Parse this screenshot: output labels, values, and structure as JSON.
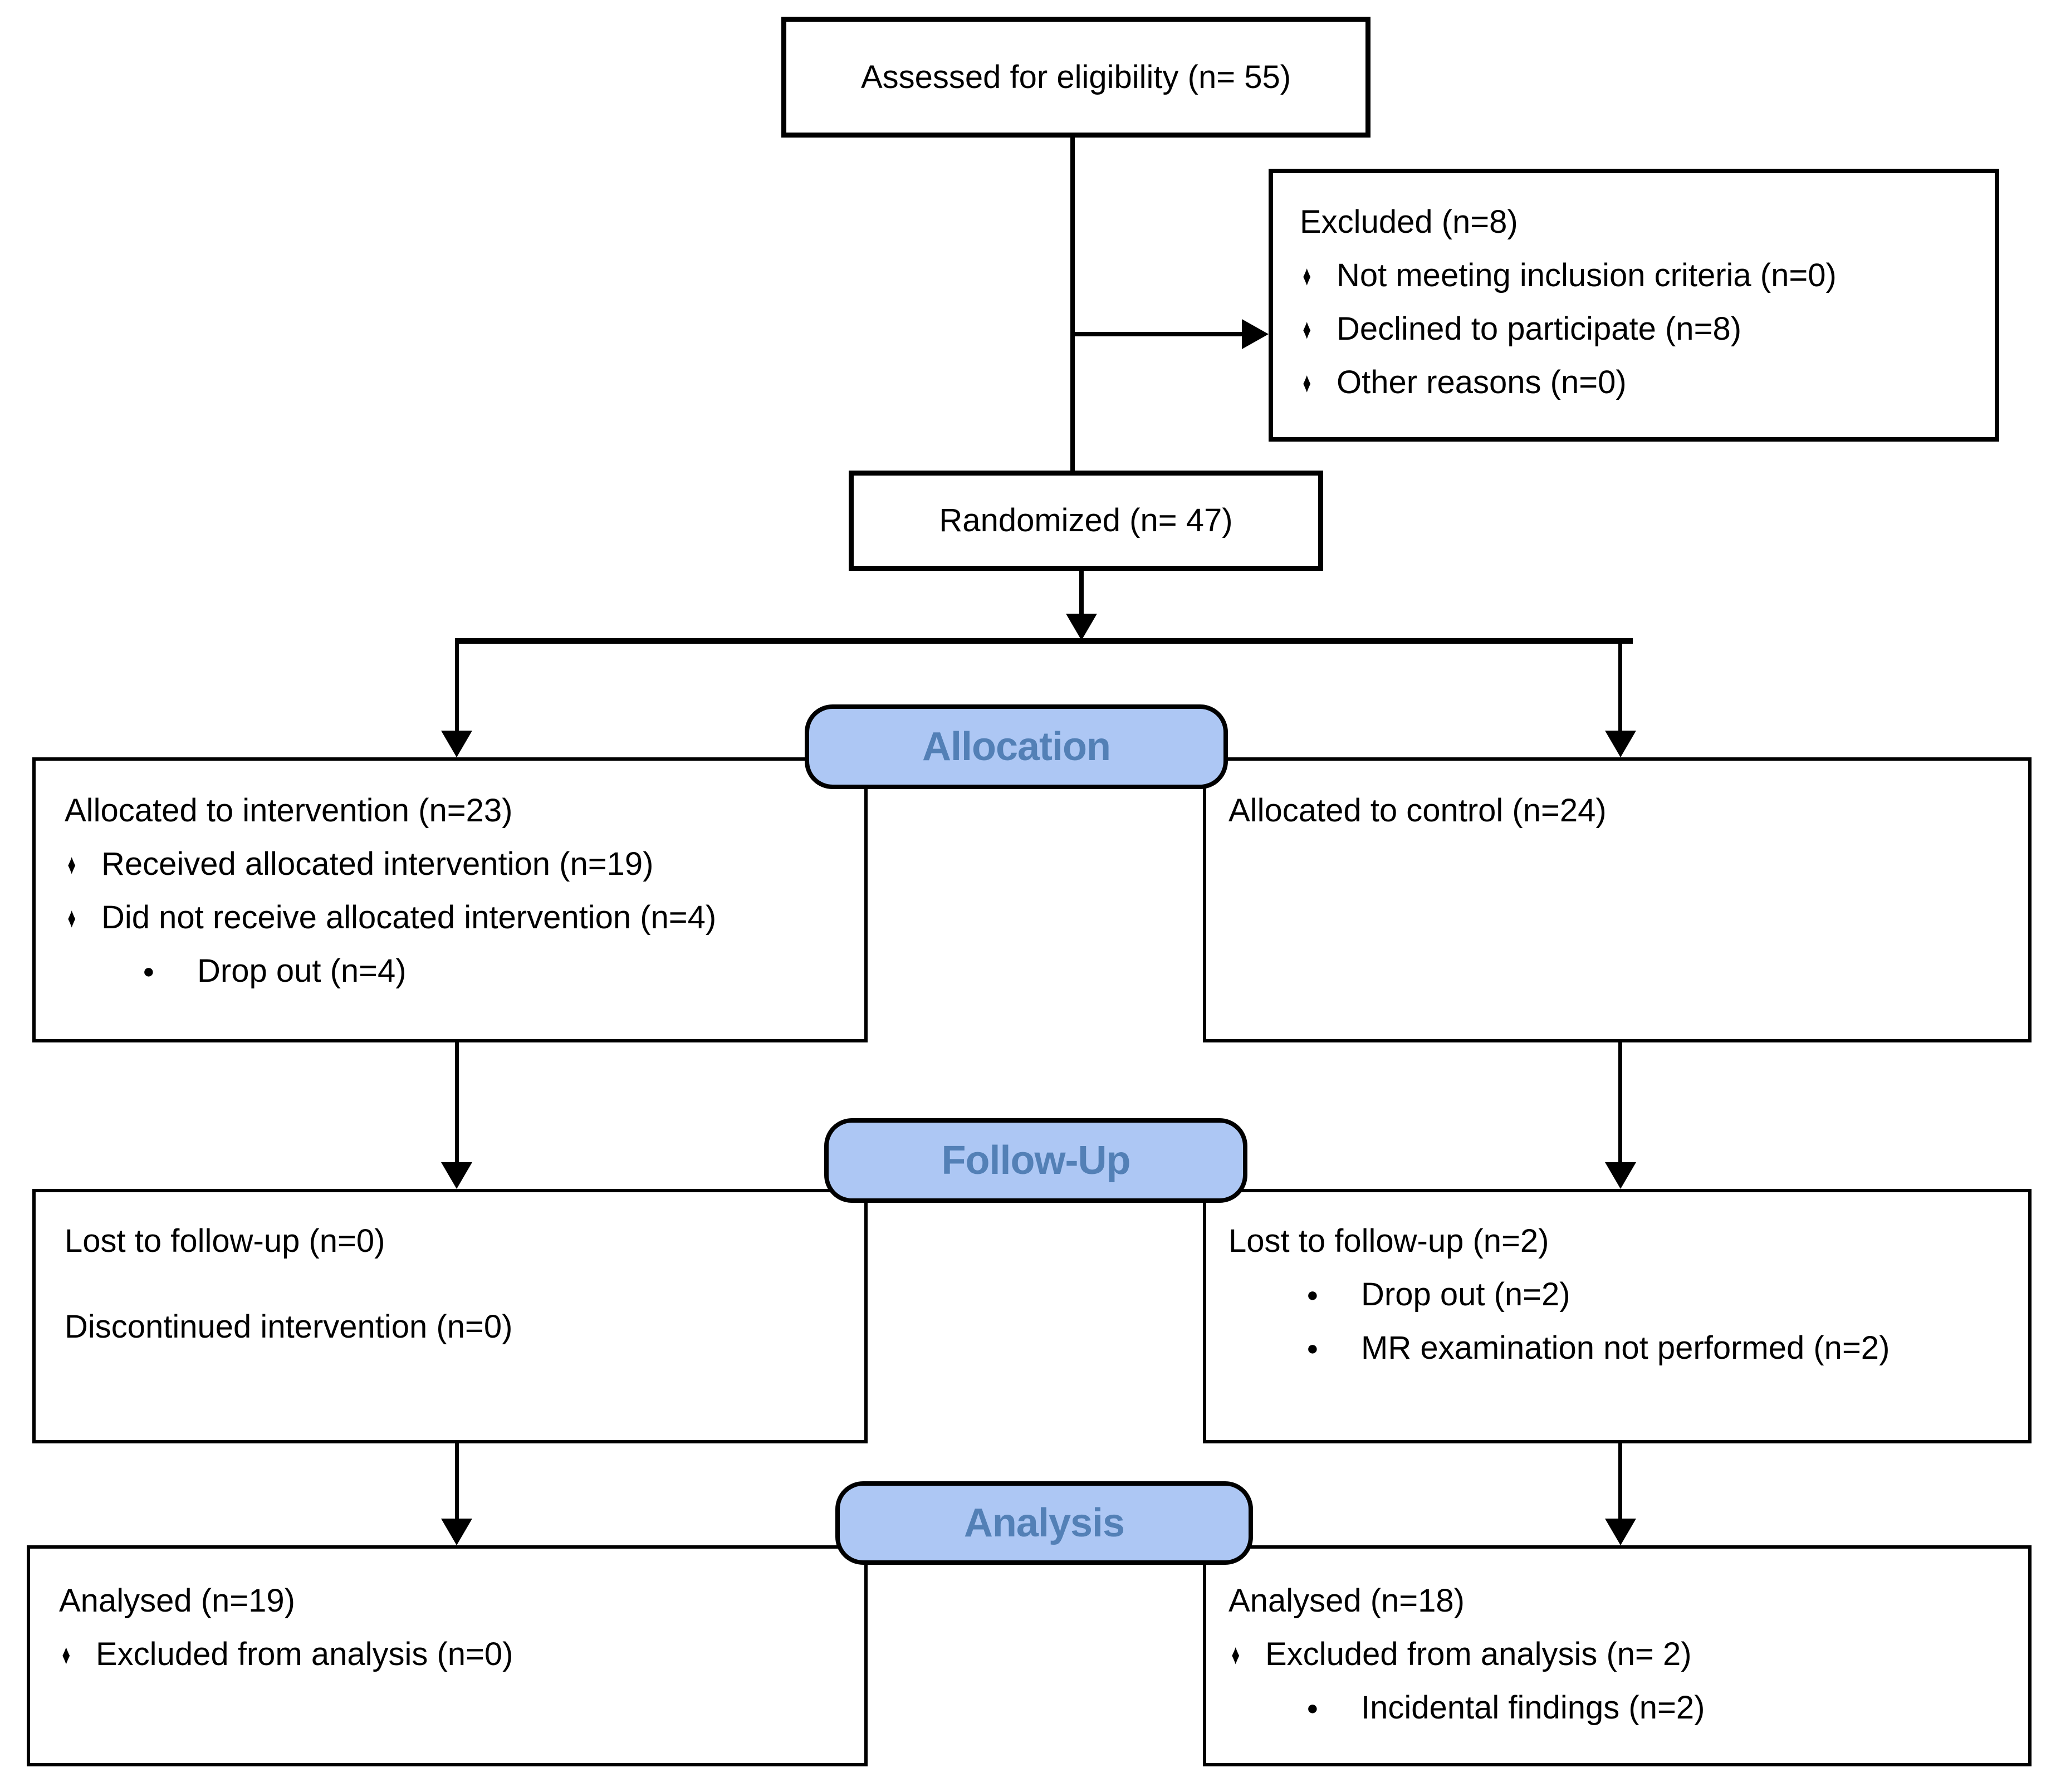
{
  "flow": {
    "assessed": {
      "label": "Assessed for eligibility (n= 55)"
    },
    "excluded": {
      "title": "Excluded (n=8)",
      "items": [
        "Not meeting inclusion criteria (n=0)",
        "Declined to participate (n=8)",
        "Other reasons (n=0)"
      ]
    },
    "randomized": {
      "label": "Randomized (n= 47)"
    },
    "stages": {
      "allocation": "Allocation",
      "followup": "Follow-Up",
      "analysis": "Analysis"
    },
    "allocation_left": {
      "title": "Allocated to intervention (n=23)",
      "items": [
        "Received allocated intervention (n=19)",
        "Did not receive allocated intervention (n=4)"
      ],
      "subitems": [
        "Drop out (n=4)"
      ]
    },
    "allocation_right": {
      "title": "Allocated to control (n=24)"
    },
    "followup_left": {
      "lines": [
        "Lost to follow-up (n=0)",
        "Discontinued intervention (n=0)"
      ]
    },
    "followup_right": {
      "title": "Lost to follow-up (n=2)",
      "subitems": [
        "Drop out (n=2)",
        "MR examination not performed (n=2)"
      ]
    },
    "analysis_left": {
      "title": "Analysed (n=19)",
      "items": [
        "Excluded from analysis (n=0)"
      ]
    },
    "analysis_right": {
      "title": "Analysed (n=18)",
      "items": [
        "Excluded from analysis (n= 2)"
      ],
      "subitems": [
        "Incidental findings (n=2)"
      ]
    }
  },
  "bullets": {
    "diamond": "♦",
    "dot": "●"
  },
  "colors": {
    "stage_fill": "#adc7f4",
    "stage_text": "#5380b6",
    "line_color": "#000000",
    "box_border": "#000000",
    "background": "#ffffff"
  }
}
